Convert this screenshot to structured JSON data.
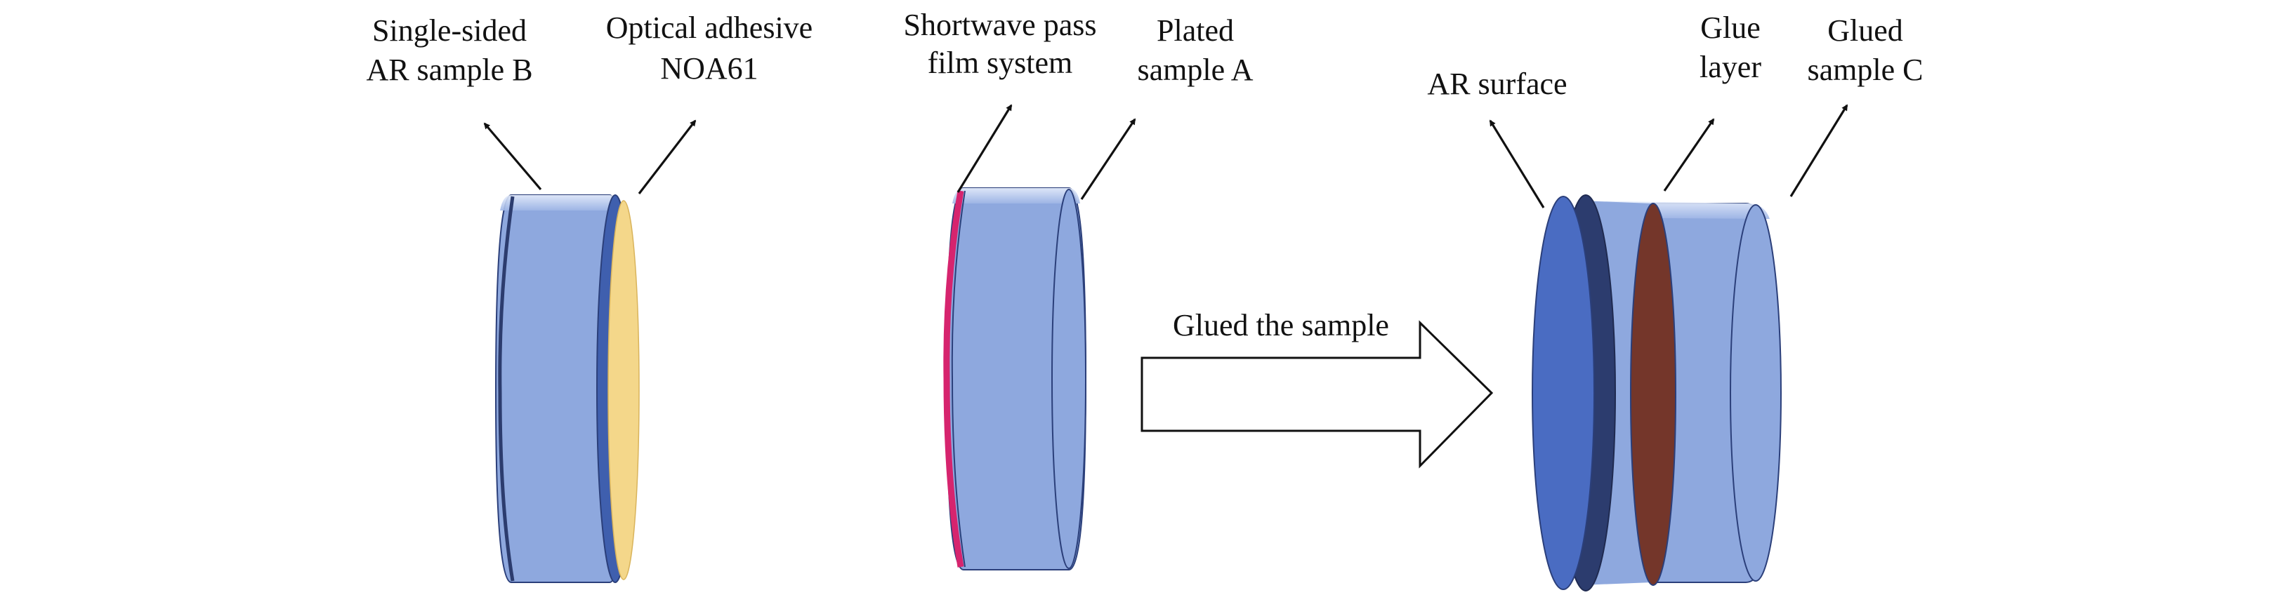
{
  "labels": {
    "single_sided_ar_sample_b": [
      "Single-sided",
      "AR sample B"
    ],
    "optical_adhesive_noa61": [
      "Optical adhesive",
      "NOA61"
    ],
    "shortwave_pass_film_system": [
      "Shortwave pass",
      "film system"
    ],
    "plated_sample_a": [
      "Plated",
      "sample A"
    ],
    "ar_surface": [
      "AR surface"
    ],
    "glue_layer": [
      "Glue",
      "layer"
    ],
    "glued_sample_c": [
      "Glued",
      "sample C"
    ],
    "process_arrow": [
      "Glued the sample"
    ]
  },
  "colors": {
    "glass_face": "#8ea8de",
    "glass_highlight": "#b9caee",
    "ar_coating": "#3f5fae",
    "ar_surface_dark": "#2c3c6e",
    "ar_surface_face": "#4a6cc2",
    "adhesive": "#f4d78a",
    "film_system": "#d6246e",
    "glue_layer": "#74362a",
    "outline": "#2b3f7a"
  }
}
